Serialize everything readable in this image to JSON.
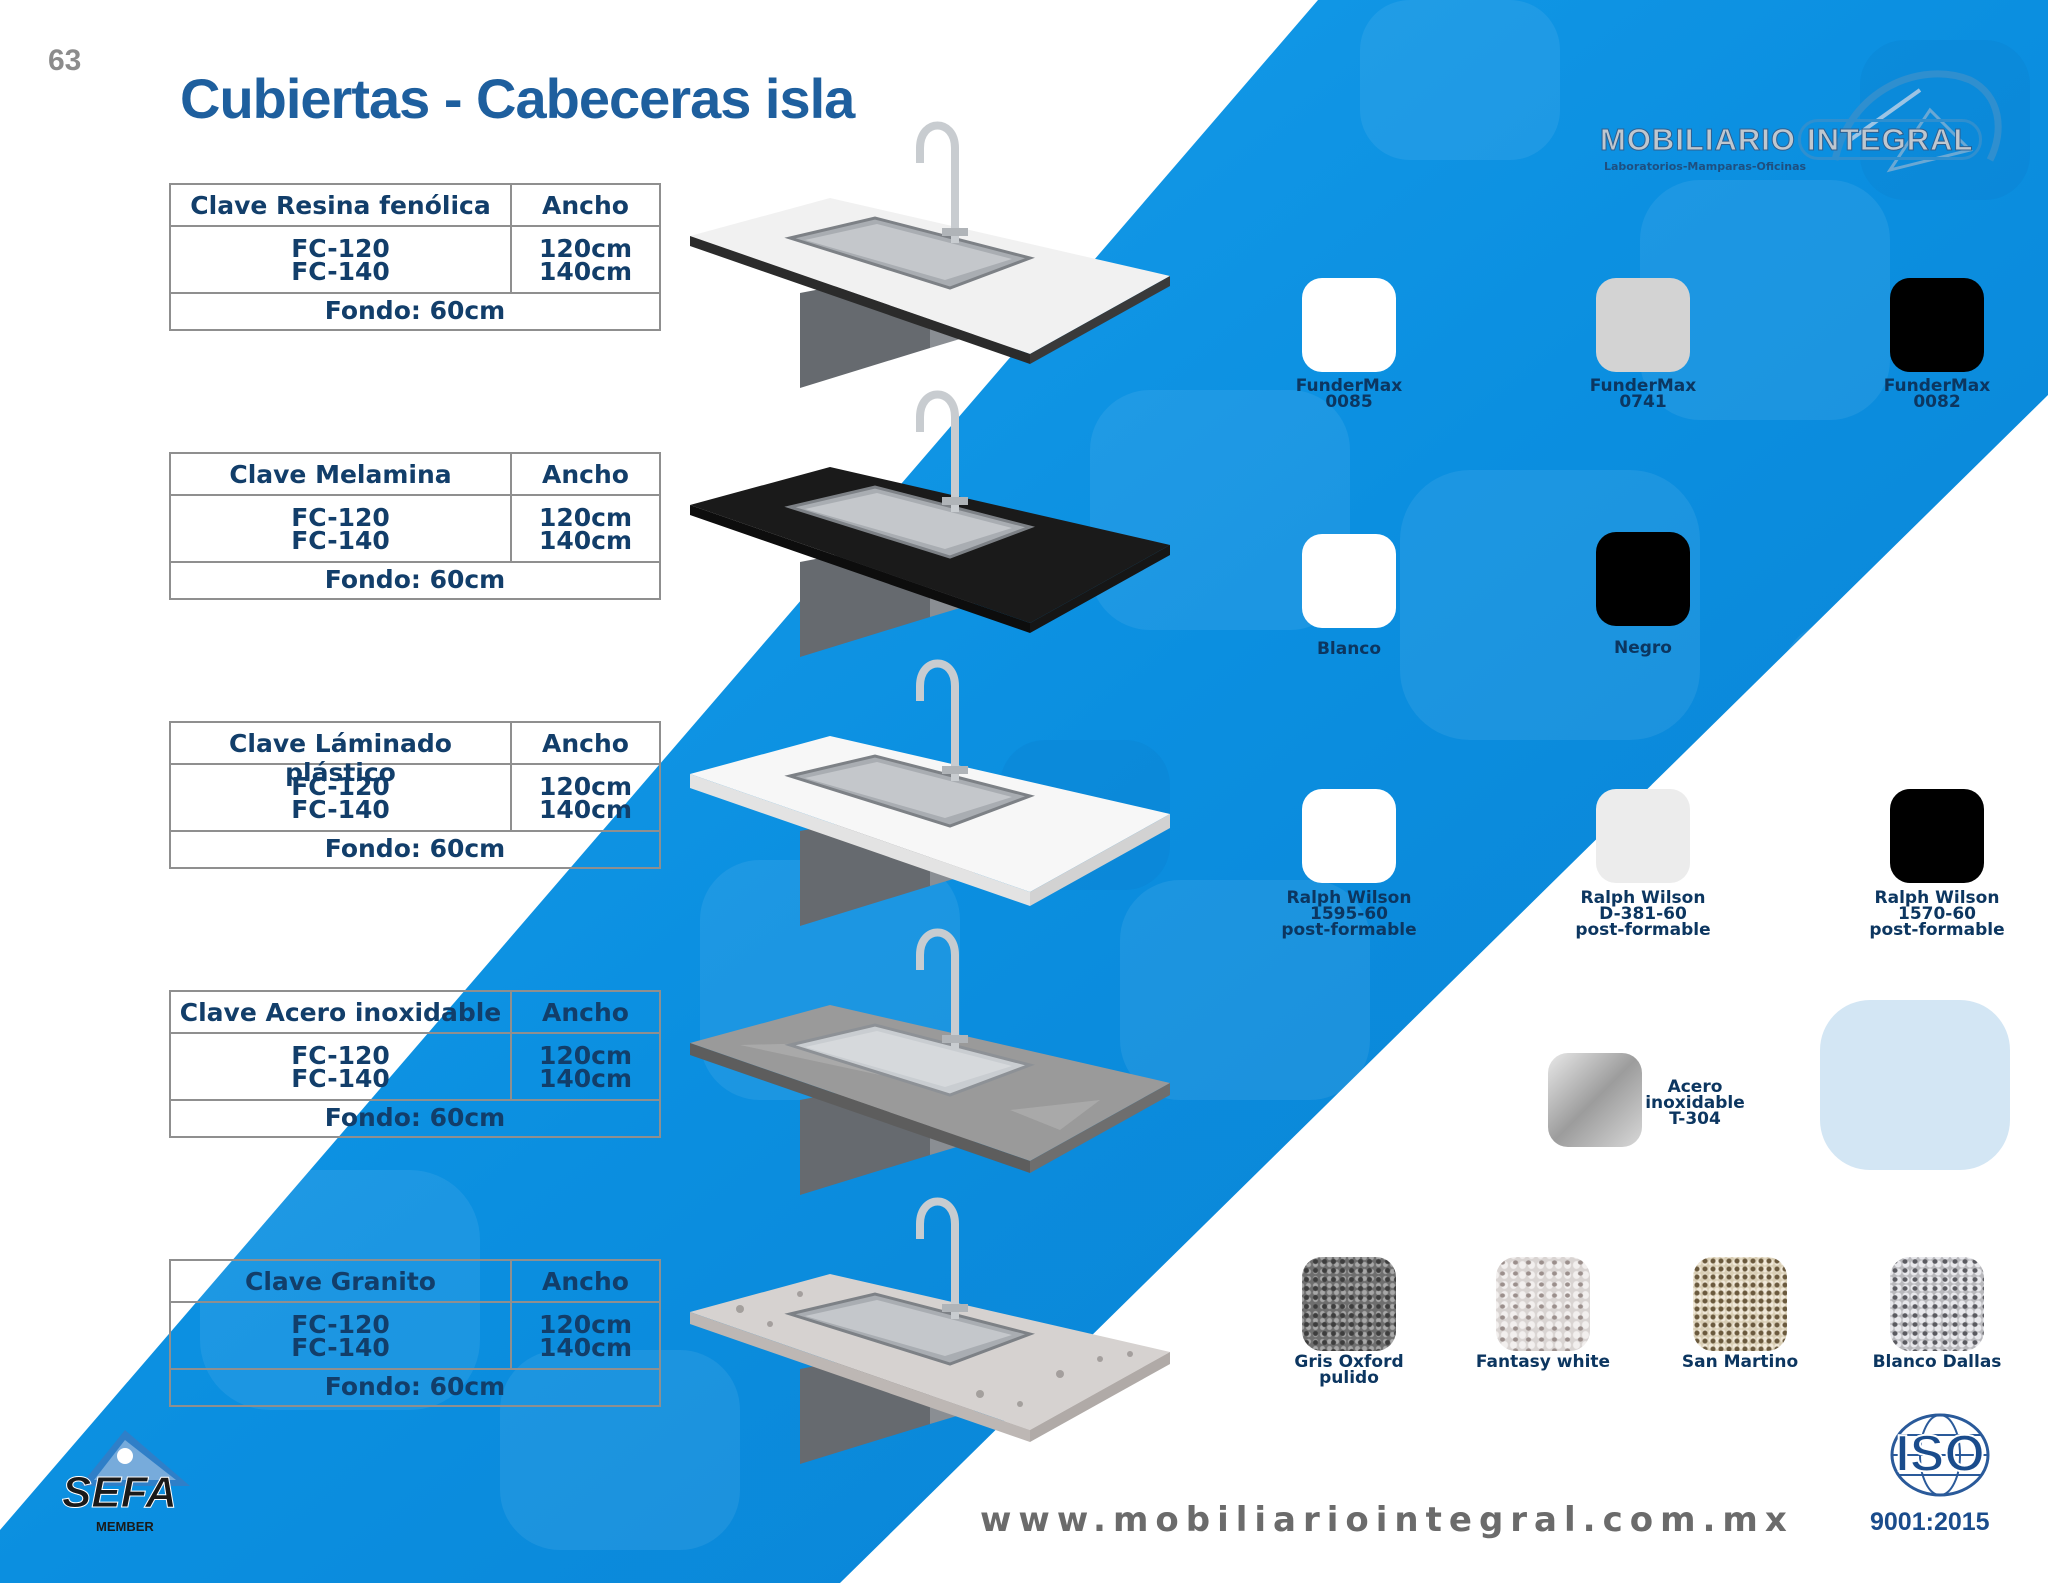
{
  "page_number": "63",
  "title": "Cubiertas - Cabeceras isla",
  "brand": {
    "name_left": "MOBILIARIO",
    "name_right": "INTEGRAL",
    "tagline": "Laboratorios-Mamparas-Oficinas"
  },
  "tables": [
    {
      "header_material": "Clave Resina fenólica",
      "header_width": "Ancho",
      "codes": [
        "FC-120",
        "FC-140"
      ],
      "widths": [
        "120cm",
        "140cm"
      ],
      "depth": "Fondo: 60cm",
      "countertop": "#f1f1f1"
    },
    {
      "header_material": "Clave Melamina",
      "header_width": "Ancho",
      "codes": [
        "FC-120",
        "FC-140"
      ],
      "widths": [
        "120cm",
        "140cm"
      ],
      "depth": "Fondo: 60cm",
      "countertop": "#1a1a1a"
    },
    {
      "header_material": "Clave Láminado plástico",
      "header_width": "Ancho",
      "codes": [
        "FC-120",
        "FC-140"
      ],
      "widths": [
        "120cm",
        "140cm"
      ],
      "depth": "Fondo: 60cm",
      "countertop": "#f7f7f7"
    },
    {
      "header_material": "Clave Acero inoxidable",
      "header_width": "Ancho",
      "codes": [
        "FC-120",
        "FC-140"
      ],
      "widths": [
        "120cm",
        "140cm"
      ],
      "depth": "Fondo: 60cm",
      "countertop": "#9a9a9a"
    },
    {
      "header_material": "Clave Granito",
      "header_width": "Ancho",
      "codes": [
        "FC-120",
        "FC-140"
      ],
      "widths": [
        "120cm",
        "140cm"
      ],
      "depth": "Fondo: 60cm",
      "countertop": "#d6d2d0"
    }
  ],
  "swatches": [
    {
      "lines": [
        "FunderMax",
        "0085"
      ],
      "color": "#ffffff"
    },
    {
      "lines": [
        "FunderMax",
        "0741"
      ],
      "color": "#d3d3d3"
    },
    {
      "lines": [
        "FunderMax",
        "0082"
      ],
      "color": "#000000"
    },
    {
      "lines": [
        "Blanco"
      ],
      "color": "#ffffff"
    },
    {
      "lines": [
        "Negro"
      ],
      "color": "#000000"
    },
    {
      "lines": [
        "Ralph Wilson",
        "1595-60",
        "post-formable"
      ],
      "color": "#ffffff"
    },
    {
      "lines": [
        "Ralph Wilson",
        "D-381-60",
        "post-formable"
      ],
      "color": "#ececec"
    },
    {
      "lines": [
        "Ralph Wilson",
        "1570-60",
        "post-formable"
      ],
      "color": "#000000"
    },
    {
      "lines": [
        "Acero",
        "inoxidable",
        "T-304"
      ],
      "color": "#c2c2c2"
    },
    {
      "lines": [
        "Gris Oxford",
        "pulido"
      ],
      "color": "#6e6e6e"
    },
    {
      "lines": [
        "Fantasy white"
      ],
      "color": "#d9d4d2"
    },
    {
      "lines": [
        "San Martino"
      ],
      "color": "#d8cdb4"
    },
    {
      "lines": [
        "Blanco Dallas"
      ],
      "color": "#b8b8bc"
    }
  ],
  "sefa": {
    "name": "SEFA",
    "member": "MEMBER"
  },
  "website": "www.mobiliariointegral.com.mx",
  "iso": {
    "name": "ISO",
    "cert": "9001:2015"
  },
  "colors": {
    "blue_primary": "#0e8ee0",
    "blue_light": "#3bb0f0",
    "title_blue": "#1e5f9e",
    "text_navy": "#123e6a"
  }
}
